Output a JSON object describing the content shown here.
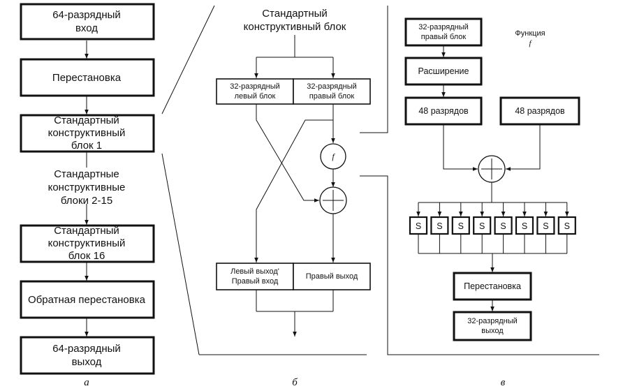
{
  "panel_a": {
    "input": [
      "64-разрядный",
      "вход"
    ],
    "permutation": "Перестановка",
    "block1": [
      "Стандартный",
      "конструктивный",
      "блок 1"
    ],
    "blocks_middle": [
      "Стандартные",
      "конструктивные",
      "блоки 2-15"
    ],
    "block16": [
      "Стандартный",
      "конструктивный",
      "блок 16"
    ],
    "inverse_permutation": "Обратная перестановка",
    "output": [
      "64-разрядный",
      "выход"
    ],
    "caption": "а"
  },
  "panel_b": {
    "title": [
      "Стандартный",
      "конструктивный блок"
    ],
    "left_block": [
      "32-разрядный",
      "левый блок"
    ],
    "right_block": [
      "32-разрядный",
      "правый блок"
    ],
    "f_label": "f",
    "left_out": [
      "Левый выход'",
      "Правый вход"
    ],
    "right_out": "Правый выход",
    "caption": "б"
  },
  "panel_c": {
    "right_block": [
      "32-разрядный",
      "правый блок"
    ],
    "function_label": "Функция",
    "function_symbol": "f",
    "expansion": "Расширение",
    "bits48_left": "48 разрядов",
    "bits48_right": "48 разрядов",
    "sbox": "S",
    "sbox_count": 8,
    "permutation": "Перестановка",
    "output": [
      "32-разрядный",
      "выход"
    ],
    "caption": "в"
  }
}
